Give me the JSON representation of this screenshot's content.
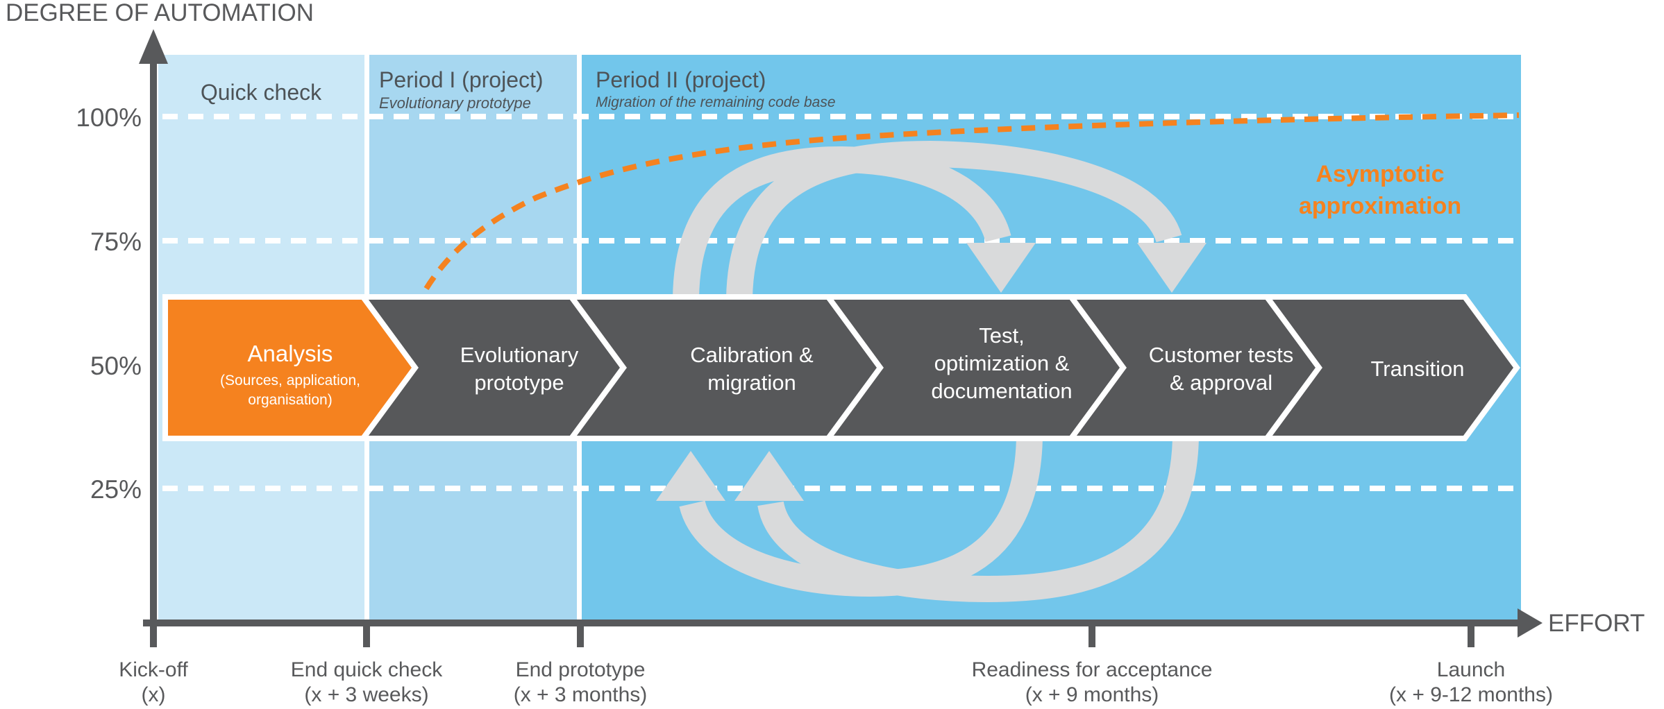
{
  "y_axis": {
    "title": "DEGREE OF AUTOMATION",
    "ticks": [
      {
        "label": "100%",
        "value": 100
      },
      {
        "label": "75%",
        "value": 75
      },
      {
        "label": "50%",
        "value": 50
      },
      {
        "label": "25%",
        "value": 25
      }
    ]
  },
  "x_axis": {
    "title": "EFFORT",
    "milestones": [
      {
        "name": "Kick-off",
        "time": "(x)"
      },
      {
        "name": "End quick check",
        "time": "(x + 3 weeks)"
      },
      {
        "name": "End prototype",
        "time": "(x + 3 months)"
      },
      {
        "name": "Readiness for acceptance",
        "time": "(x + 9 months)"
      },
      {
        "name": "Launch",
        "time": "(x + 9-12 months)"
      }
    ]
  },
  "zones": [
    {
      "label": "Quick check",
      "sublabel": ""
    },
    {
      "label": "Period I (project)",
      "sublabel": "Evolutionary prototype"
    },
    {
      "label": "Period II (project)",
      "sublabel": "Migration of the remaining code base"
    }
  ],
  "steps": [
    {
      "lines": [
        "Analysis"
      ],
      "sub": [
        "(Sources, application,",
        "organisation)"
      ],
      "highlighted": true
    },
    {
      "lines": [
        "Evolutionary",
        "prototype"
      ],
      "highlighted": false
    },
    {
      "lines": [
        "Calibration &",
        "migration"
      ],
      "highlighted": false
    },
    {
      "lines": [
        "Test,",
        "optimization &",
        "documentation"
      ],
      "highlighted": false
    },
    {
      "lines": [
        "Customer tests",
        "& approval"
      ],
      "highlighted": false
    },
    {
      "lines": [
        "Transition"
      ],
      "highlighted": false
    }
  ],
  "annotation": {
    "line1": "Asymptotic",
    "line2": "approximation"
  },
  "colors": {
    "accent_orange": "#f5821f",
    "step_gray": "#57585a",
    "zone_quick_check": "#cbe8f7",
    "zone_period_1": "#a7d7f0",
    "zone_period_2": "#72c6eb",
    "axis_gray": "#58595b",
    "loop_gray": "#d9dadb",
    "gridline_white": "#ffffff"
  }
}
